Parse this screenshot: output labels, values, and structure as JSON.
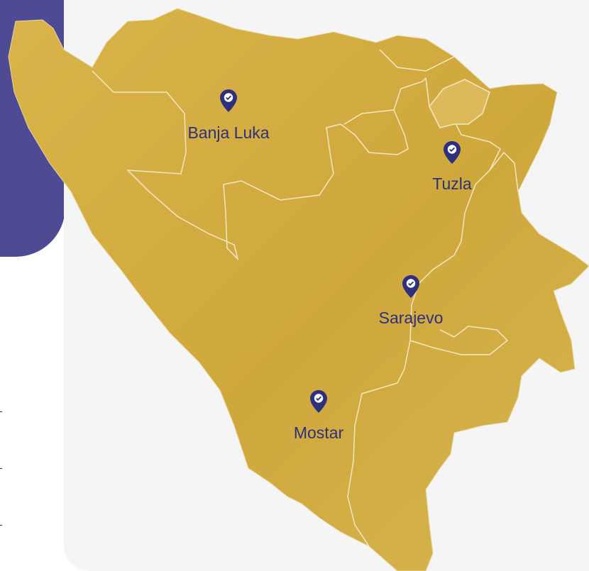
{
  "map": {
    "cities": [
      {
        "name": "Banja Luka"
      },
      {
        "name": "Tuzla"
      },
      {
        "name": "Sarajevo"
      },
      {
        "name": "Mostar"
      }
    ],
    "pin_icon": "map-pin-check-icon",
    "colors": {
      "land": "#d3ac40",
      "borders": "#f3e7c2",
      "pin": "#2e2f7d",
      "accent_panel": "#4f4a94",
      "background_panel": "#f5f5f5"
    }
  }
}
